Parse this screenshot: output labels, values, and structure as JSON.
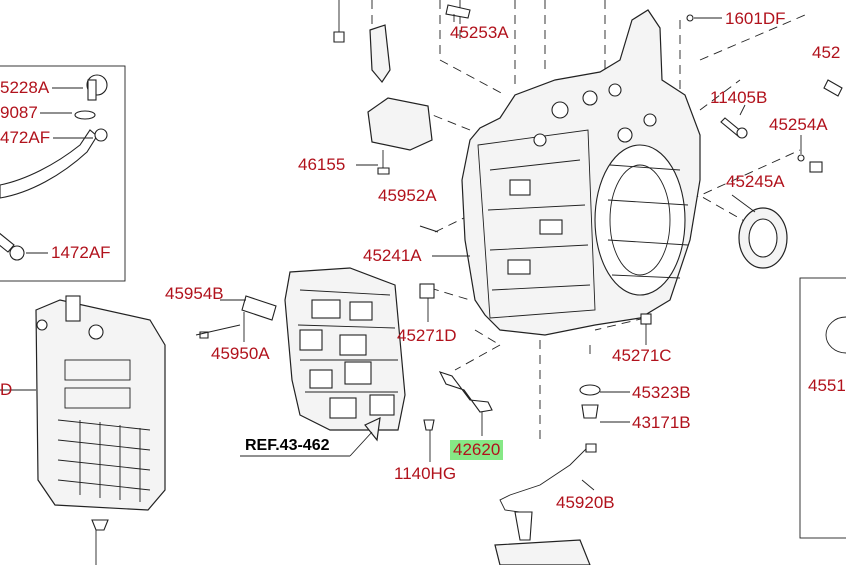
{
  "diagram": {
    "parts": [
      {
        "id": "p45253a",
        "text": "45253A"
      },
      {
        "id": "p1601df",
        "text": "1601DF"
      },
      {
        "id": "p45228a",
        "text": "5228A"
      },
      {
        "id": "p9087",
        "text": "9087"
      },
      {
        "id": "p472af",
        "text": "472AF"
      },
      {
        "id": "p1472af",
        "text": "1472AF"
      },
      {
        "id": "p11405b",
        "text": "11405B"
      },
      {
        "id": "p45254a",
        "text": "45254A"
      },
      {
        "id": "p46155",
        "text": "46155"
      },
      {
        "id": "p45952a",
        "text": "45952A"
      },
      {
        "id": "p45245a",
        "text": "45245A"
      },
      {
        "id": "p45241a",
        "text": "45241A"
      },
      {
        "id": "p45954b",
        "text": "45954B"
      },
      {
        "id": "p45950a",
        "text": "45950A"
      },
      {
        "id": "p45271d",
        "text": "45271D"
      },
      {
        "id": "p45271c",
        "text": "45271C"
      },
      {
        "id": "p45323b",
        "text": "45323B"
      },
      {
        "id": "p43171b",
        "text": "43171B"
      },
      {
        "id": "p42620",
        "text": "42620"
      },
      {
        "id": "p1140hg",
        "text": "1140HG"
      },
      {
        "id": "p45920b",
        "text": "45920B"
      },
      {
        "id": "p452r",
        "text": "452"
      },
      {
        "id": "p4551",
        "text": "4551"
      },
      {
        "id": "pd",
        "text": "D"
      }
    ],
    "reference": "REF.43-462",
    "highlight_color": "#86e886",
    "label_color": "#b1121c"
  }
}
